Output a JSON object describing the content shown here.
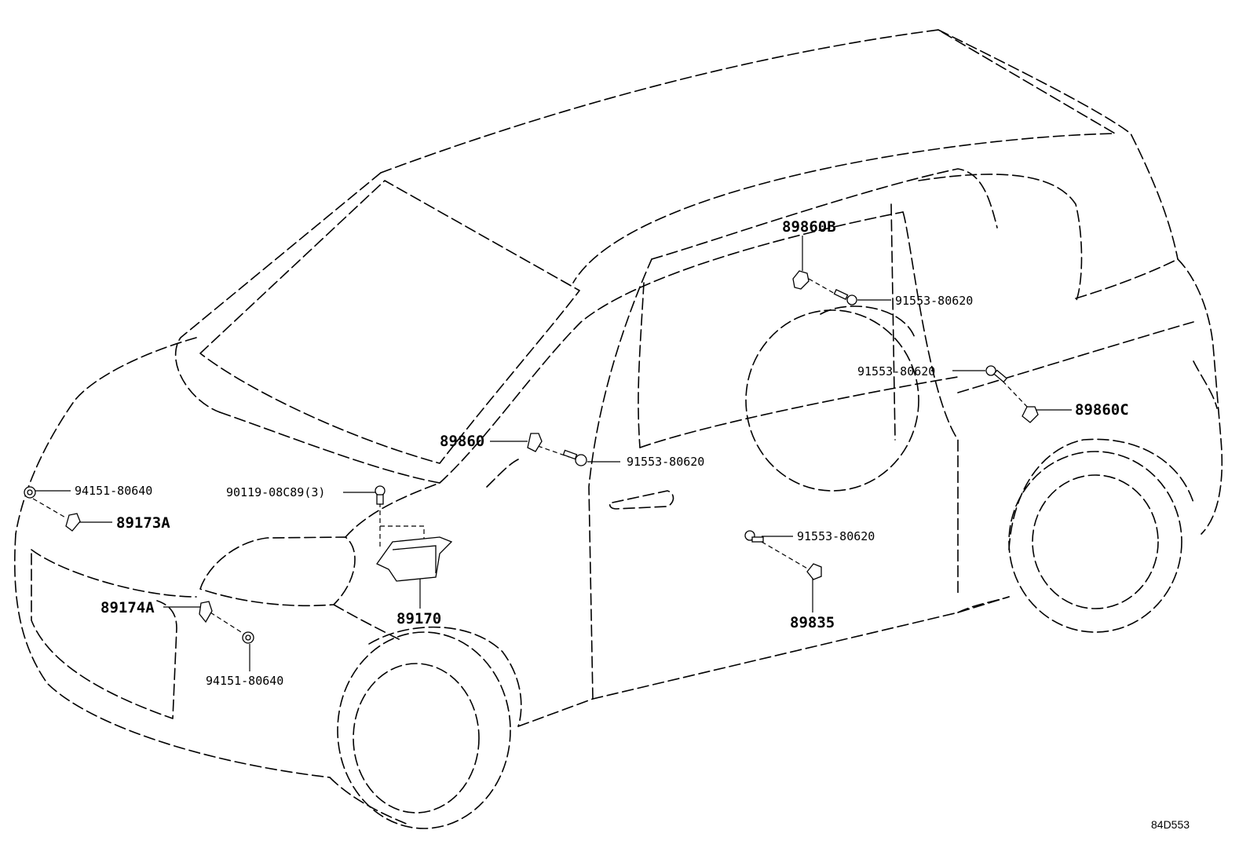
{
  "diagram": {
    "code": "84D553",
    "labels": {
      "sensor_b": "89860B",
      "bolt_rear_upper": "91553-80620",
      "bolt_rear_mid": "91553-80620",
      "sensor_c": "89860C",
      "sensor_front_door": "89860",
      "bolt_front_door": "91553-80620",
      "bolt_floor": "91553-80620",
      "sensor_floor": "89835",
      "nut_front_upper": "94151-80640",
      "sensor_front_a": "89173A",
      "screw_ecu": "90119-08C89(3)",
      "ecu": "89170",
      "sensor_front_b": "89174A",
      "nut_front_lower": "94151-80640"
    }
  }
}
